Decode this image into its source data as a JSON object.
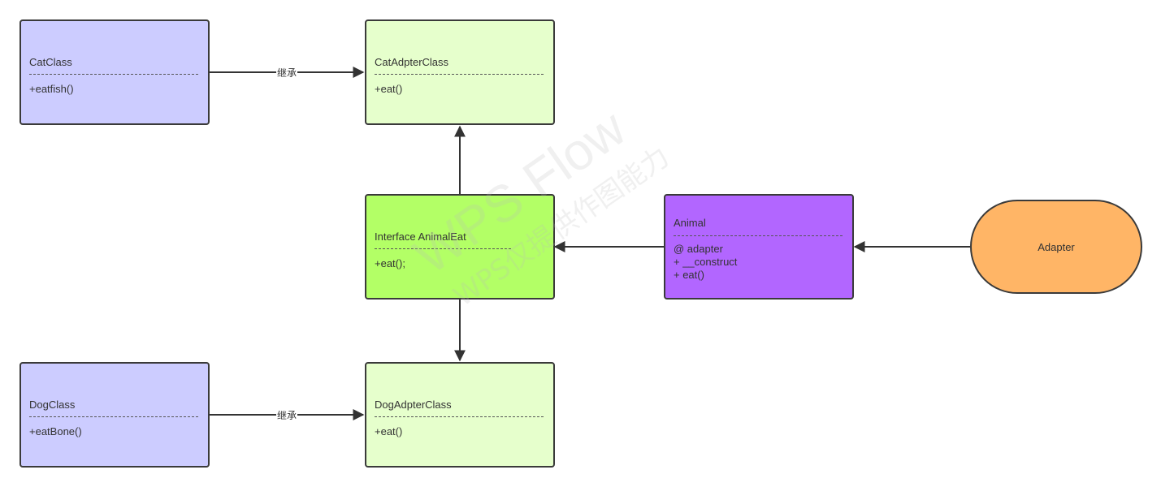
{
  "nodes": {
    "cat_class": {
      "title": "CatClass",
      "members": [
        "+eatfish()"
      ],
      "fill": "#ccccff"
    },
    "cat_adapter": {
      "title": "CatAdpterClass",
      "members": [
        "+eat()"
      ],
      "fill": "#e6ffcc"
    },
    "interface": {
      "title": "Interface AnimalEat",
      "members": [
        "+eat();"
      ],
      "fill": "#b3ff66"
    },
    "animal": {
      "title": "Animal",
      "members": [
        "@ adapter",
        "+ __construct",
        "+ eat()"
      ],
      "fill": "#b266ff"
    },
    "adapter": {
      "label": "Adapter",
      "fill": "#ffb566"
    },
    "dog_class": {
      "title": "DogClass",
      "members": [
        "+eatBone()"
      ],
      "fill": "#ccccff"
    },
    "dog_adapter": {
      "title": "DogAdpterClass",
      "members": [
        "+eat()"
      ],
      "fill": "#e6ffcc"
    }
  },
  "edges": {
    "cat_inherit_label": "继承",
    "dog_inherit_label": "继承"
  },
  "watermark": {
    "line1": "WPS Flow",
    "line2": "WPS仅提供作图能力"
  },
  "colors": {
    "stroke": "#3a3a3a",
    "text": "#333333"
  }
}
